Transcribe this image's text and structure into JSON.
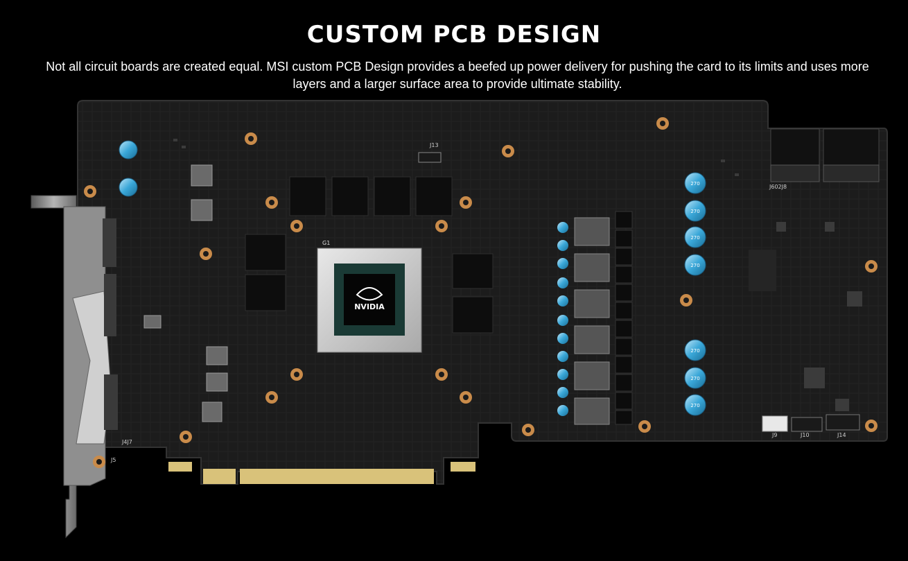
{
  "page": {
    "title": "CUSTOM PCB DESIGN",
    "description": "Not all circuit boards are created equal. MSI custom PCB Design provides a beefed up power delivery for pushing the card to its limits and uses more layers and a larger surface area to provide ultimate stability."
  },
  "board": {
    "gpu_brand": "NVIDIA",
    "labels": {
      "j13": "J13",
      "g1": "G1",
      "j602j8": "J602J8",
      "j4j7": "J4J7",
      "j5": "J5",
      "j9": "J9",
      "j10": "J10",
      "j14": "J14",
      "capacitor": "270"
    },
    "colors": {
      "background": "#000000",
      "pcb": "#1b1b1b",
      "pcb_edge": "#2a2a2a",
      "copper": "#c98b4a",
      "gold_fingers": "#d9c27a",
      "capacitor": "#3aa7d8",
      "bracket": "#9a9a9a"
    }
  }
}
